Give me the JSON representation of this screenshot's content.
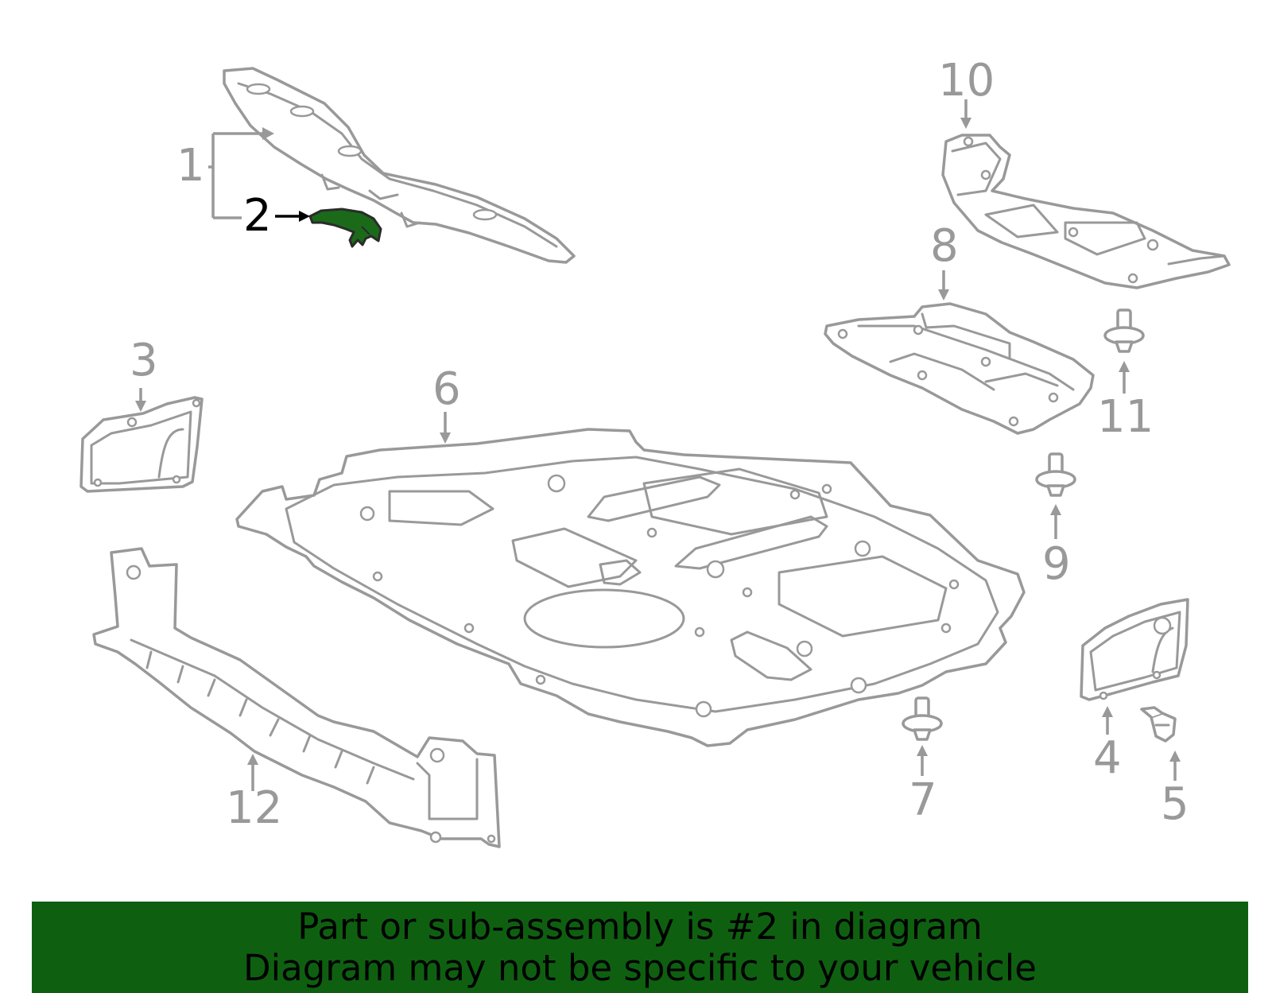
{
  "callouts": [
    {
      "id": "1",
      "label": "1"
    },
    {
      "id": "2",
      "label": "2",
      "highlighted": true
    },
    {
      "id": "3",
      "label": "3"
    },
    {
      "id": "4",
      "label": "4"
    },
    {
      "id": "5",
      "label": "5"
    },
    {
      "id": "6",
      "label": "6"
    },
    {
      "id": "7",
      "label": "7"
    },
    {
      "id": "8",
      "label": "8"
    },
    {
      "id": "9",
      "label": "9"
    },
    {
      "id": "10",
      "label": "10"
    },
    {
      "id": "11",
      "label": "11"
    },
    {
      "id": "12",
      "label": "12"
    }
  ],
  "banner": {
    "line1": "Part or sub-assembly is #2 in diagram",
    "line2": "Diagram may not be specific to your vehicle"
  },
  "colors": {
    "highlight_part": "#1a6a1a",
    "banner_background": "#0e6010",
    "line_art": "#999999"
  }
}
